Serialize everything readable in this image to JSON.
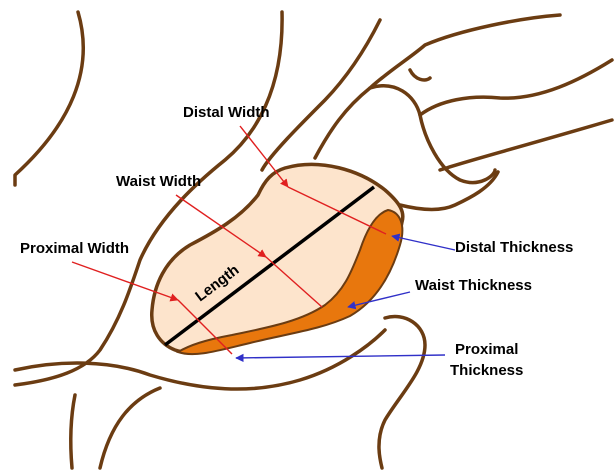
{
  "labels": {
    "distal_width": "Distal Width",
    "waist_width": "Waist Width",
    "proximal_width": "Proximal Width",
    "distal_thickness": "Distal Thickness",
    "waist_thickness": "Waist Thickness",
    "proximal_thickness_line1": "Proximal",
    "proximal_thickness_line2": "Thickness",
    "length": "Length"
  },
  "colors": {
    "bone_outline": "#6b3c12",
    "scaphoid_fill": "#fde4cc",
    "thickness_band": "#e8770d",
    "width_arrows": "#e02020",
    "thickness_arrows": "#3030c8",
    "length_line": "#000000"
  }
}
